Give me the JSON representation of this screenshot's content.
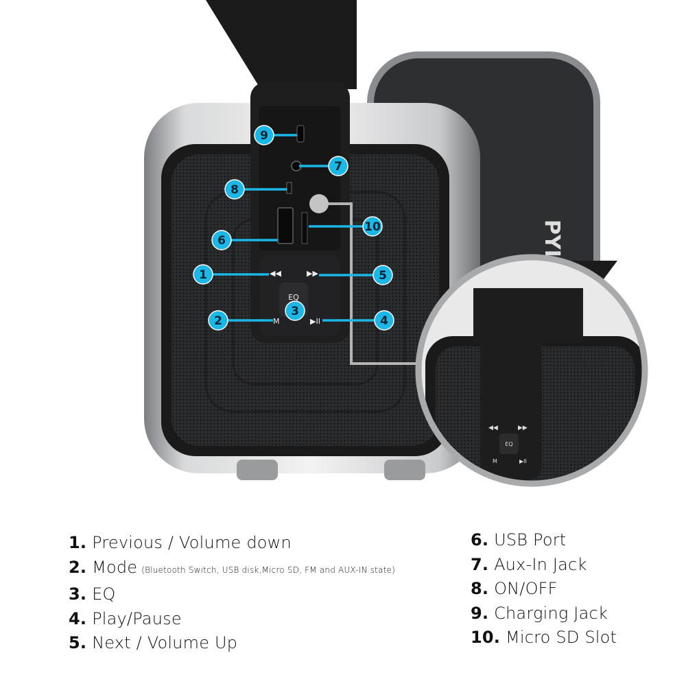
{
  "accent_color": "#1bb7e6",
  "brand_logo": "PYLE",
  "panel_labels": {
    "eq": "EQ",
    "mode": "M"
  },
  "callouts": [
    "9",
    "7",
    "8",
    "10",
    "6",
    "1",
    "5",
    "3",
    "2",
    "4"
  ],
  "legend_left": [
    {
      "num": "1.",
      "label": "Previous / Volume down"
    },
    {
      "num": "2.",
      "label": "Mode",
      "note": "(Bluetooth Switch, USB disk,Micro SD, FM and AUX-IN state)"
    },
    {
      "num": "3.",
      "label": "EQ"
    },
    {
      "num": "4.",
      "label": "Play/Pause"
    },
    {
      "num": "5.",
      "label": "Next / Volume Up"
    }
  ],
  "legend_right": [
    {
      "num": "6.",
      "label": "USB Port"
    },
    {
      "num": "7.",
      "label": "Aux-In Jack"
    },
    {
      "num": "8.",
      "label": "ON/OFF"
    },
    {
      "num": "9.",
      "label": "Charging Jack"
    },
    {
      "num": "10.",
      "label": "Micro SD Slot"
    }
  ]
}
